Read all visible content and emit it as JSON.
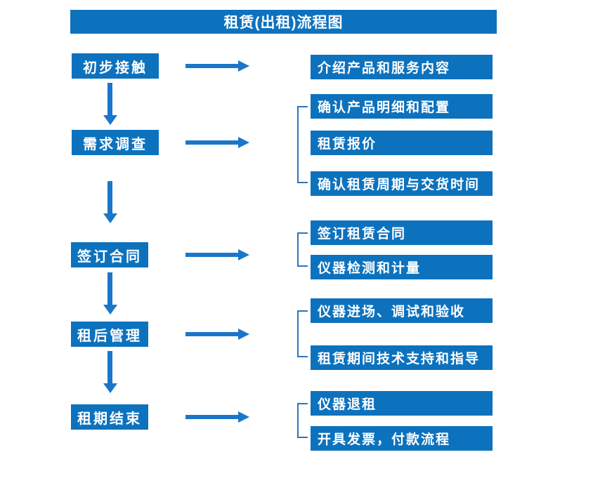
{
  "title": "租赁(出租)流程图",
  "colors": {
    "box_blue": "#0d72be",
    "arrow_blue": "#1b76c9",
    "bracket_blue": "#2e75b6",
    "text_white": "#ffffff"
  },
  "flow": [
    {
      "step": "初步接触",
      "details": [
        "介绍产品和服务内容"
      ]
    },
    {
      "step": "需求调查",
      "details": [
        "确认产品明细和配置",
        "租赁报价",
        "确认租赁周期与交货时间"
      ]
    },
    {
      "step": "签订合同",
      "details": [
        "签订租赁合同",
        "仪器检测和计量"
      ]
    },
    {
      "step": "租后管理",
      "details": [
        "仪器进场、调试和验收",
        "租赁期间技术支持和指导"
      ]
    },
    {
      "step": "租期结束",
      "details": [
        "仪器退租",
        "开具发票，付款流程"
      ]
    }
  ]
}
